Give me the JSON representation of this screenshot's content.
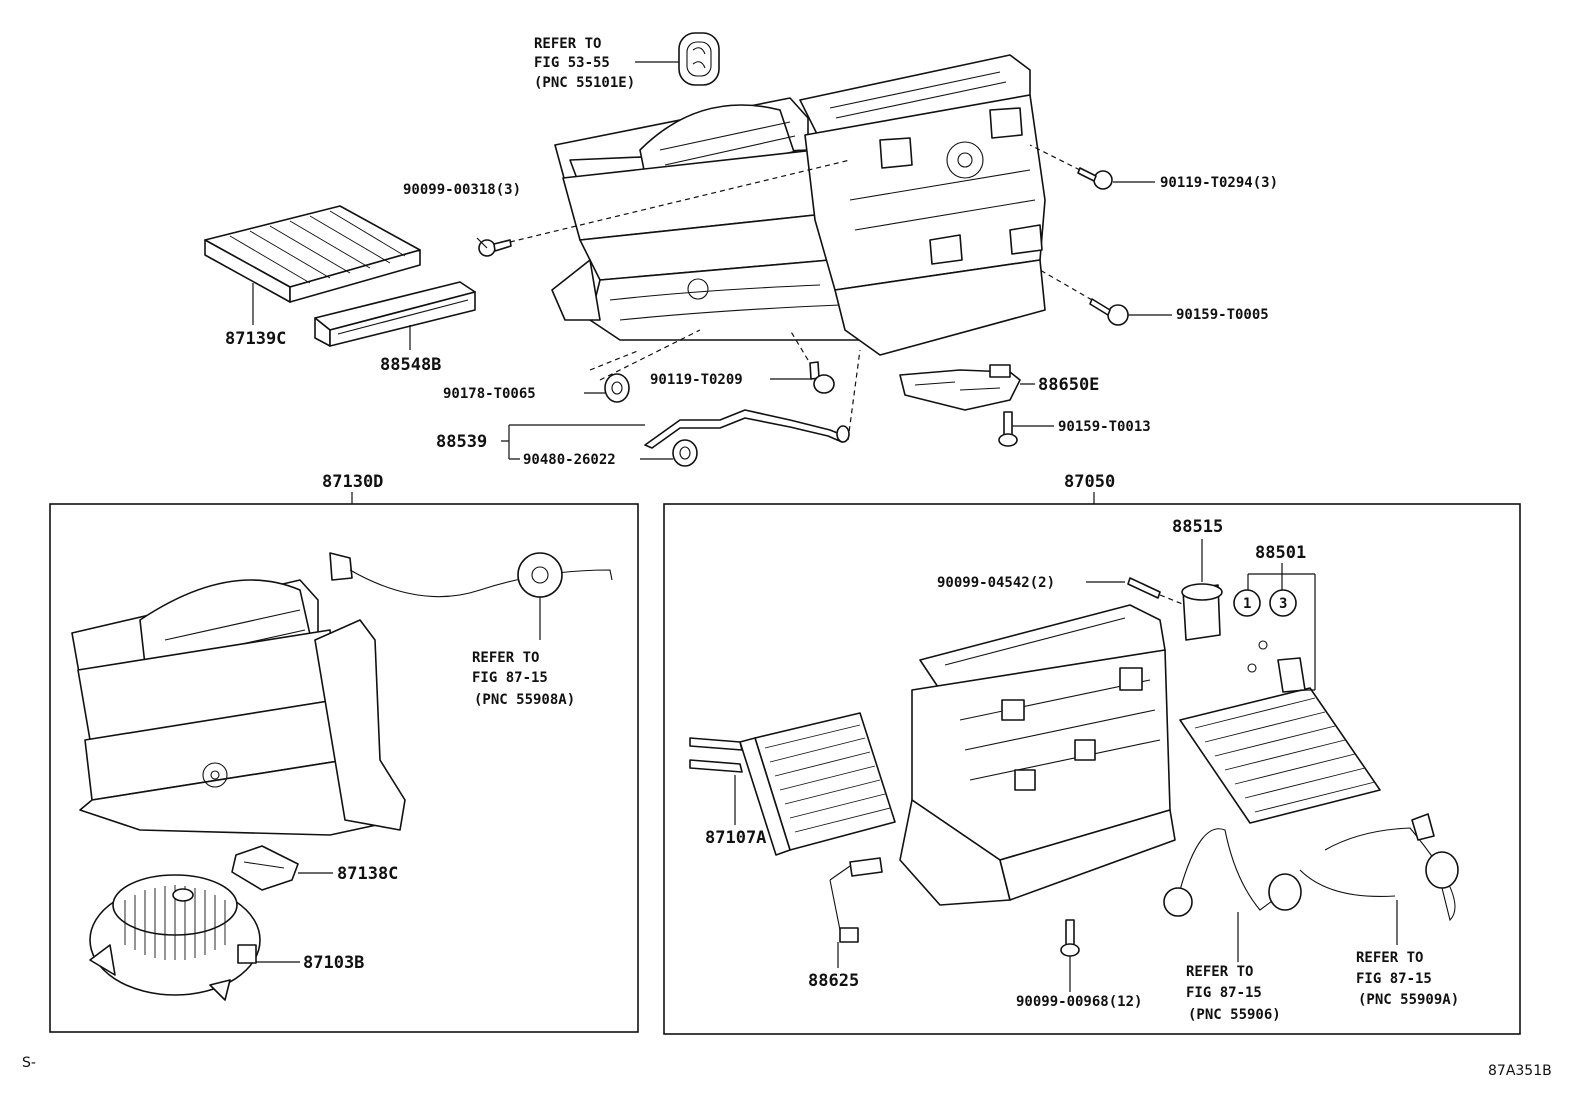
{
  "groups": {
    "left_group_label": "87130D",
    "right_group_label": "87050"
  },
  "parts": {
    "p87139C": "87139C",
    "p88548B": "88548B",
    "p90099_00318": "90099-00318(3)",
    "p90119_T0294": "90119-T0294(3)",
    "p90159_T0005": "90159-T0005",
    "p90178_T0065": "90178-T0065",
    "p90119_T0209": "90119-T0209",
    "p88650E": "88650E",
    "p90159_T0013": "90159-T0013",
    "p88539": "88539",
    "p90480_26022": "90480-26022",
    "p87138C": "87138C",
    "p87103B": "87103B",
    "p88515": "88515",
    "p88501": "88501",
    "p90099_04542": "90099-04542(2)",
    "p87107A": "87107A",
    "p88625": "88625",
    "p90099_00968": "90099-00968(12)",
    "circle1": "1",
    "circle3": "3"
  },
  "refs": {
    "top": {
      "line1": "REFER TO",
      "line2": "FIG 53-55",
      "line3": "(PNC 55101E)"
    },
    "left_box": {
      "line1": "REFER TO",
      "line2": "FIG 87-15",
      "line3": "(PNC 55908A)"
    },
    "right_mid": {
      "line1": "REFER TO",
      "line2": "FIG 87-15",
      "line3": "(PNC 55906)"
    },
    "right_end": {
      "line1": "REFER TO",
      "line2": "FIG 87-15",
      "line3": "(PNC 55909A)"
    }
  },
  "footer": {
    "left_mark": "S-",
    "figure_code": "87A351B"
  }
}
